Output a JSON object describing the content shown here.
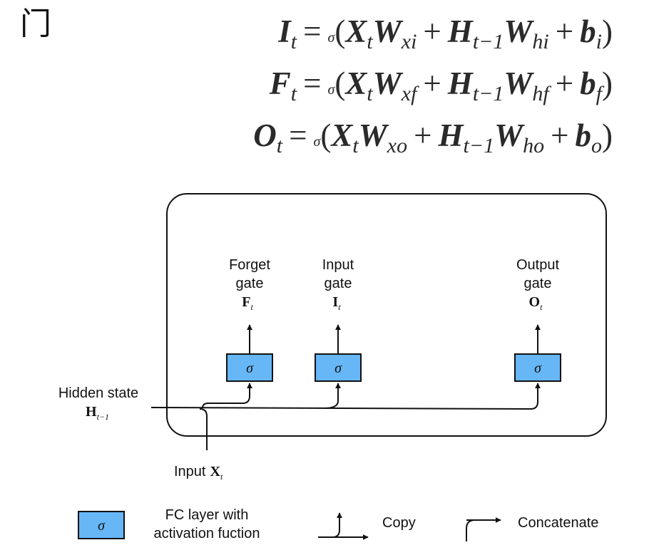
{
  "heading": "门",
  "equations": {
    "input": {
      "lhs": "I",
      "lhs_sub": "t",
      "sigma": "σ",
      "x": "X",
      "x_sub": "t",
      "w1": "W",
      "w1_sub": "xi",
      "h": "H",
      "h_sub": "t−1",
      "w2": "W",
      "w2_sub": "hi",
      "b": "b",
      "b_sub": "i"
    },
    "forget": {
      "lhs": "F",
      "lhs_sub": "t",
      "sigma": "σ",
      "x": "X",
      "x_sub": "t",
      "w1": "W",
      "w1_sub": "xf",
      "h": "H",
      "h_sub": "t−1",
      "w2": "W",
      "w2_sub": "hf",
      "b": "b",
      "b_sub": "f"
    },
    "output": {
      "lhs": "O",
      "lhs_sub": "t",
      "sigma": "σ",
      "x": "X",
      "x_sub": "t",
      "w1": "W",
      "w1_sub": "xo",
      "h": "H",
      "h_sub": "t−1",
      "w2": "W",
      "w2_sub": "ho",
      "b": "b",
      "b_sub": "o"
    }
  },
  "diagram": {
    "gates": {
      "forget": {
        "line1": "Forget",
        "line2": "gate",
        "symbol": "F",
        "symbol_sub": "t",
        "activation": "σ"
      },
      "input": {
        "line1": "Input",
        "line2": "gate",
        "symbol": "I",
        "symbol_sub": "t",
        "activation": "σ"
      },
      "output": {
        "line1": "Output",
        "line2": "gate",
        "symbol": "O",
        "symbol_sub": "t",
        "activation": "σ"
      }
    },
    "hidden_state": {
      "label": "Hidden state",
      "symbol": "H",
      "symbol_sub": "t−1"
    },
    "input": {
      "label": "Input",
      "symbol": "X",
      "symbol_sub": "t"
    }
  },
  "legend": {
    "fc_symbol": "σ",
    "fc_line1": "FC layer with",
    "fc_line2": "activation fuction",
    "copy": "Copy",
    "concatenate": "Concatenate"
  },
  "colors": {
    "fc_fill": "#67b7f7",
    "line": "#111111"
  }
}
